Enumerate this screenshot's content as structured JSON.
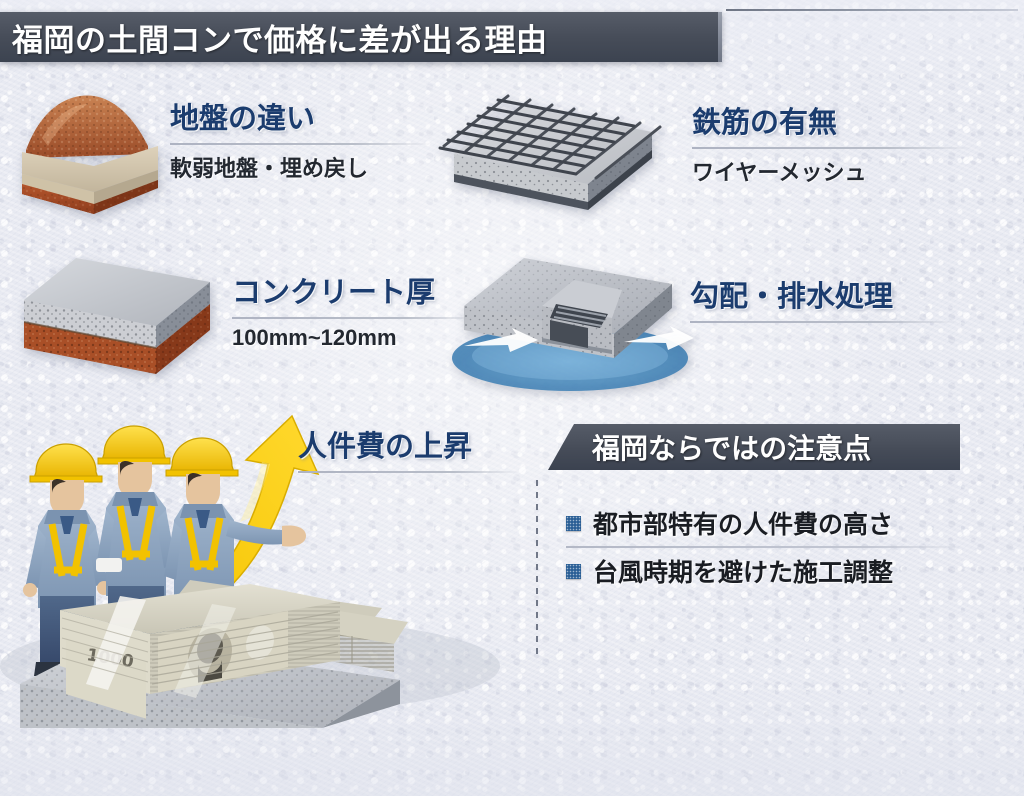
{
  "title": {
    "text": "福岡の土間コンで価格に差が出る理由"
  },
  "features": [
    {
      "id": "ground-difference",
      "heading": "地盤の違い",
      "sub": "軟弱地盤・埋め戻し",
      "icon": "soil-cross-section-illustration"
    },
    {
      "id": "rebar-presence",
      "heading": "鉄筋の有無",
      "sub": "ワイヤーメッシュ",
      "icon": "wire-mesh-slab-illustration"
    },
    {
      "id": "concrete-thickness",
      "heading": "コンクリート厚",
      "sub": "100mm~120mm",
      "icon": "concrete-slab-illustration"
    },
    {
      "id": "slope-drainage",
      "heading": "勾配・排水処理",
      "sub": "",
      "icon": "drainage-slab-illustration"
    },
    {
      "id": "labor-cost-rise",
      "heading": "人件費の上昇",
      "sub": "",
      "icon": "workers-money-illustration"
    }
  ],
  "notice": {
    "banner_prefix": "福岡",
    "banner_text": "福岡ならではの注意点",
    "items": [
      {
        "text": "都市部特有の人件費の高さ"
      },
      {
        "text": "台風時期を避けた施工調整"
      }
    ]
  },
  "colors": {
    "banner_dark": "#464c58",
    "heading_navy": "#1b3c6e",
    "bullet_blue": "#2b5f96",
    "body_dark": "#1a1d23",
    "background": "#e8eaf2",
    "accent_yellow": "#f2c200",
    "water_blue": "#2f7cb8",
    "soil_red": "#a8502c"
  }
}
